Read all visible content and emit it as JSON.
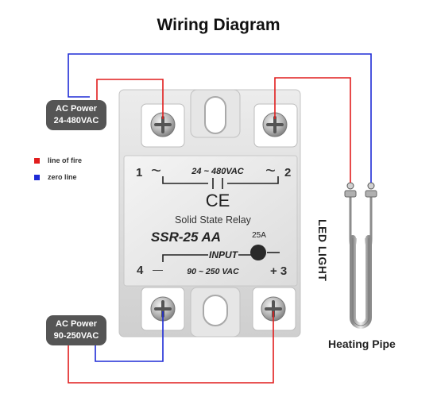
{
  "title": "Wiring Diagram",
  "ac_power_load": {
    "line1": "AC Power",
    "line2": "24-480VAC"
  },
  "ac_power_input": {
    "line1": "AC Power",
    "line2": "90-250VAC"
  },
  "legend": [
    {
      "label": "line of fire",
      "color": "#e11d1d"
    },
    {
      "label": "zero line",
      "color": "#1e2bd6"
    }
  ],
  "relay": {
    "terminal_1": "1",
    "terminal_2": "2",
    "terminal_3": "+ 3",
    "terminal_4": "4",
    "terminal_4_sign": "—",
    "tilde": "~",
    "output_voltage": "24 ~ 480VAC",
    "ce_mark": "CE",
    "name": "Solid State Relay",
    "model": "SSR-25 AA",
    "current": "25A",
    "input_label": "INPUT",
    "input_voltage": "90 ~ 250 VAC"
  },
  "led_label": "LED LIGHT",
  "heating_pipe_label": "Heating Pipe",
  "colors": {
    "fire": "#e11d1d",
    "zero": "#1e2bd6",
    "box": "#555555"
  }
}
